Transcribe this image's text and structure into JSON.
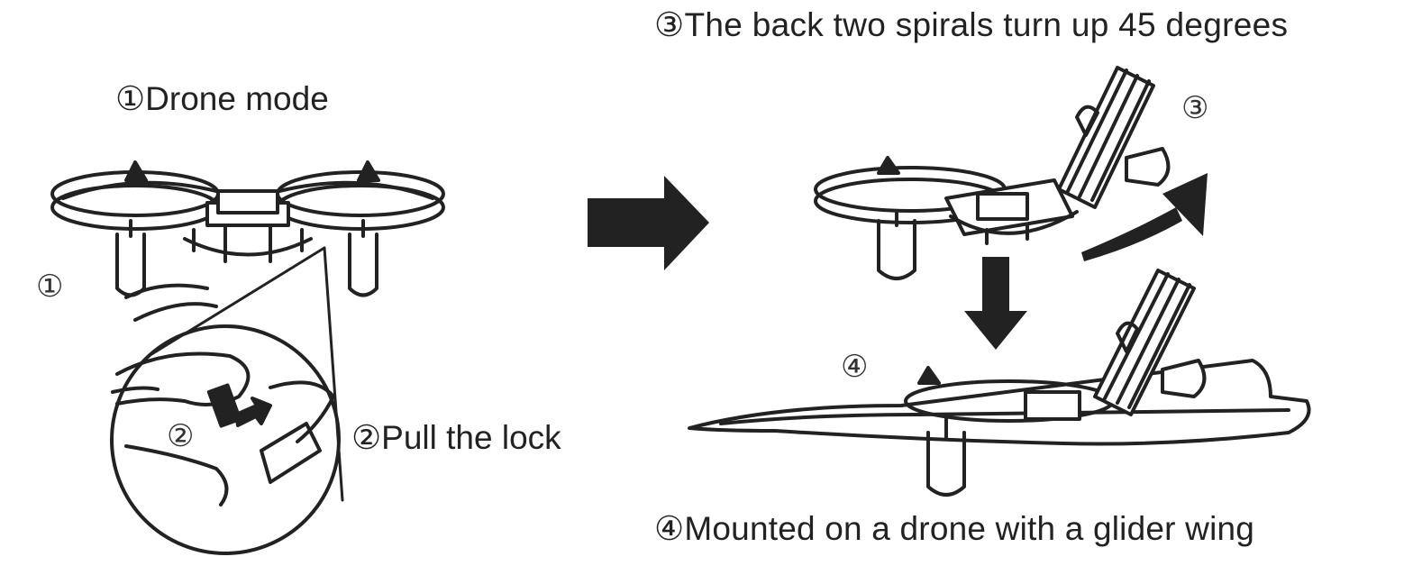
{
  "labels": {
    "step1": "①Drone mode",
    "step2": "②Pull the lock",
    "step3": "③The back two spirals turn up 45 degrees",
    "step4": "④Mounted on a drone with a glider wing"
  },
  "markers": {
    "m1": "①",
    "m2": "②",
    "m3": "③",
    "m4": "④"
  },
  "icons": {
    "arrow_right": "right-arrow-icon",
    "arrow_down": "down-arrow-icon",
    "arrow_curved": "curved-up-arrow-icon"
  },
  "colors": {
    "ink": "#222222",
    "background": "#ffffff"
  }
}
